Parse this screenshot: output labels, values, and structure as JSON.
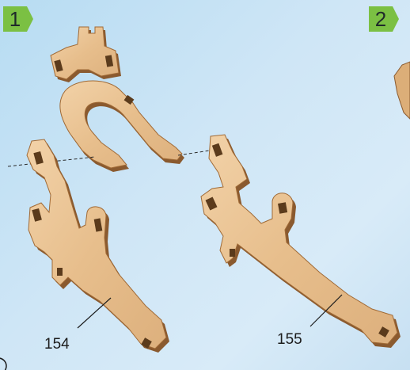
{
  "steps": [
    "1",
    "2"
  ],
  "parts": [
    {
      "number": "154"
    },
    {
      "number": "155"
    }
  ],
  "colors": {
    "background": "#c9e4f5",
    "wood_face": "#e9c293",
    "wood_edge": "#8a5a2f",
    "step_badge": "#7bc043"
  }
}
